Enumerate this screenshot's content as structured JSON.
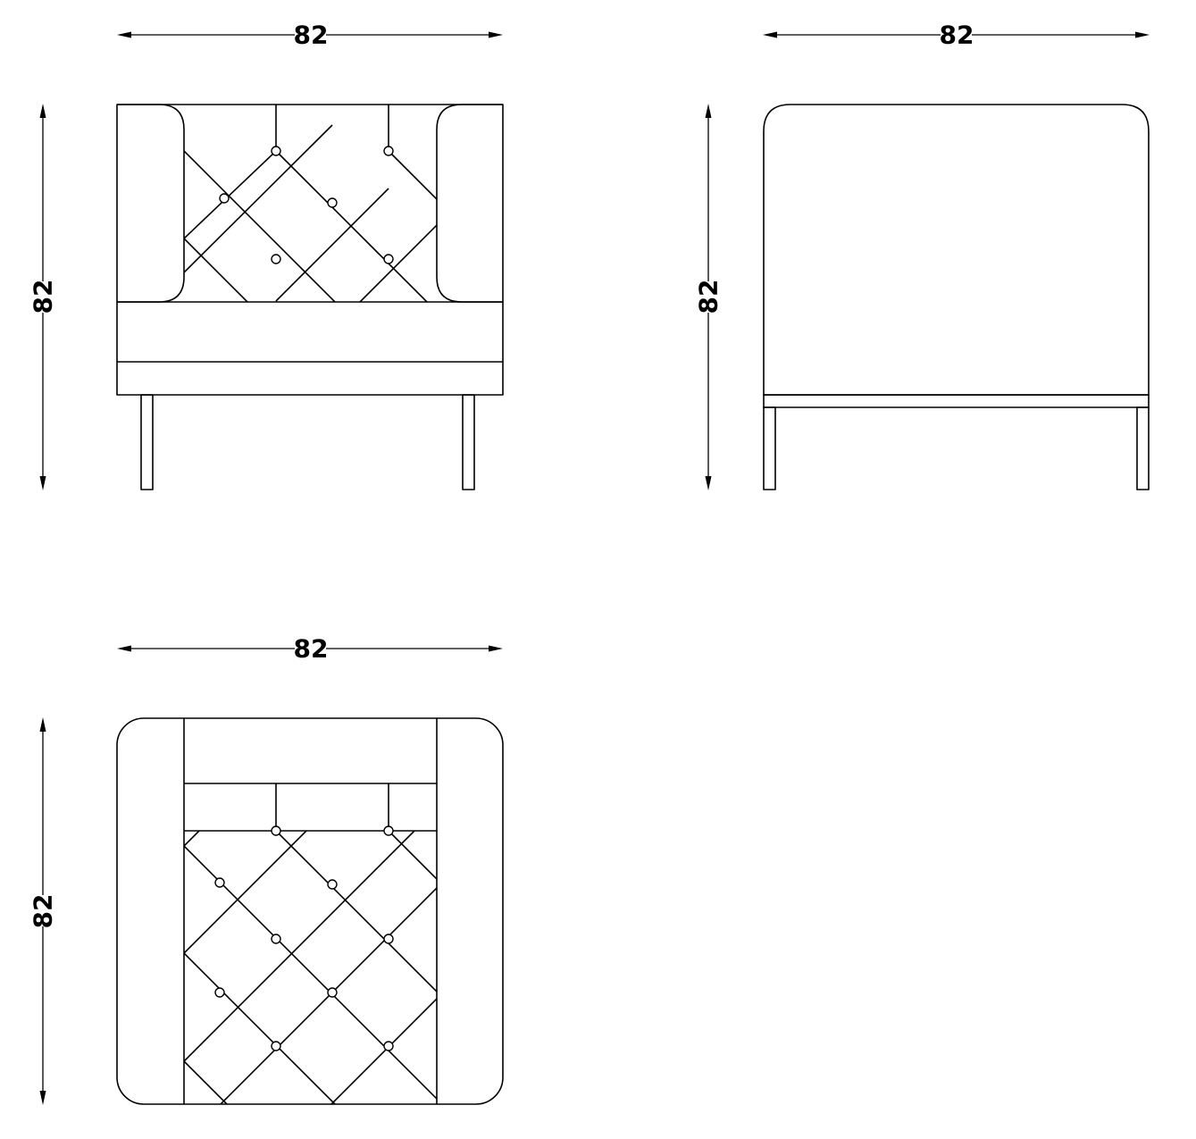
{
  "dimensions": {
    "front_width": "82",
    "front_height": "82",
    "side_width": "82",
    "side_height": "82",
    "top_width": "82",
    "top_depth": "82"
  }
}
